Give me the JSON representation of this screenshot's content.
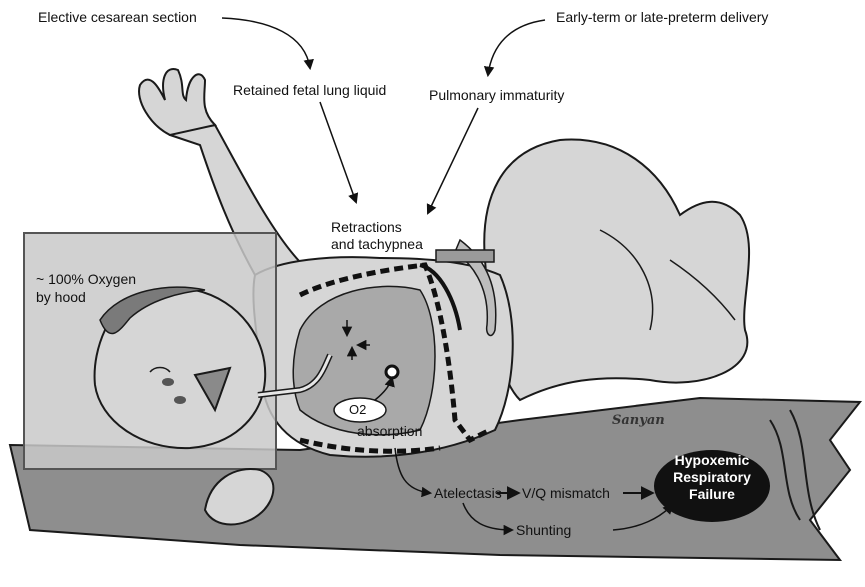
{
  "labels": {
    "elective": "Elective cesarean section",
    "early_term": "Early-term or late-preterm delivery",
    "retained": "Retained fetal lung liquid",
    "immaturity": "Pulmonary immaturity",
    "retractions_1": "Retractions",
    "retractions_2": "and tachypnea",
    "oxygen_1": "~ 100% Oxygen",
    "oxygen_2": "by hood",
    "o2": "O2",
    "absorption": "absorption",
    "atelectasis": "Atelectasis",
    "vq": "V/Q mismatch",
    "shunting": "Shunting",
    "hypox_1": "Hypoxemic",
    "hypox_2": "Respiratory",
    "hypox_3": "Failure",
    "signature": "Sanyan"
  },
  "colors": {
    "skin": "#d6d6d6",
    "skin_dark": "#bdbdbd",
    "hood": "#c9c9c9",
    "blanket": "#8e8e8e",
    "lung": "#a9a9a9",
    "outline": "#1a1a1a",
    "failure_oval": "#111111"
  }
}
